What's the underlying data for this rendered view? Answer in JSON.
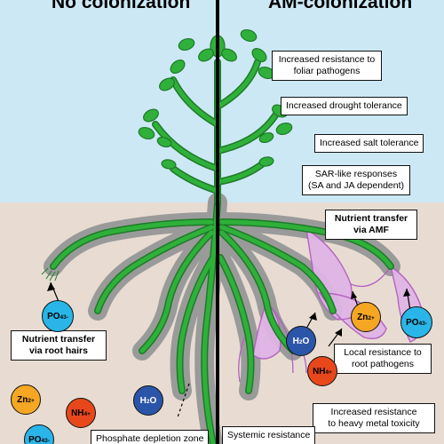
{
  "headings": {
    "left": "No colonization",
    "right": "AM-colonization"
  },
  "labels": {
    "foliar": [
      "Increased resistance to",
      "foliar pathogens"
    ],
    "drought": "Increased drought tolerance",
    "salt": "Increased salt tolerance",
    "sar": [
      "SAR-like responses",
      "(SA and JA dependent)"
    ],
    "amf": [
      "Nutrient transfer",
      "via AMF"
    ],
    "root_hairs": [
      "Nutrient transfer",
      "via root hairs"
    ],
    "local": [
      "Local resistance to",
      "root pathogens"
    ],
    "metal": [
      "Increased resistance",
      "to heavy metal toxicity"
    ],
    "depletion": "Phosphate depletion zone",
    "systemic": "Systemic resistance"
  },
  "ions": {
    "po4_sub": "4",
    "po4_sup": "3-",
    "zn_sup": "2+",
    "nh4_sub": "4",
    "nh4_sup": "+",
    "h2o_sub": "2",
    "po4_main": "PO",
    "zn_main": "Zn",
    "nh4_main": "NH",
    "h2o_main_a": "H",
    "h2o_main_b": "O"
  },
  "colors": {
    "sky": "#cce8f5",
    "soil": "#e8dcd2",
    "plant": "#2fb03a",
    "halo": "#9a9a9a",
    "fungi": "#c96fd4",
    "po4": "#29b5e8",
    "zn": "#f5a623",
    "nh4": "#e8471c",
    "h2o": "#2b55a8"
  }
}
